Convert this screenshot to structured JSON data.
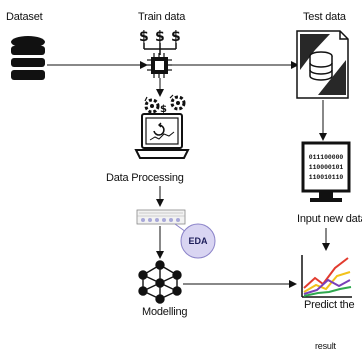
{
  "labels": {
    "dataset": "Dataset",
    "train_data": "Train data",
    "test_data": "Test data",
    "data_processing": "Data Processing",
    "input_new_data": "Input new data",
    "modelling": "Modelling",
    "predict_line1": "Predict the",
    "predict_line2": "result",
    "eda": "EDA"
  },
  "monitor_binary": [
    "011100000",
    "110000101",
    "110010110"
  ],
  "colors": {
    "stroke": "#111111",
    "eda_bubble": "#d9d5f2",
    "eda_border": "#8a82c8",
    "chart_red": "#e23b2e",
    "chart_yellow": "#f2c21b",
    "chart_purple": "#7a3fb8",
    "chart_green": "#2fa84f"
  },
  "icons": [
    "database-icon",
    "cpu-chip-icon",
    "dollar-coin-stack-icon",
    "document-database-icon",
    "laptop-analytics-icon",
    "gears-icon",
    "monitor-binary-icon",
    "data-table-icon",
    "neural-network-icon",
    "line-chart-icon"
  ]
}
